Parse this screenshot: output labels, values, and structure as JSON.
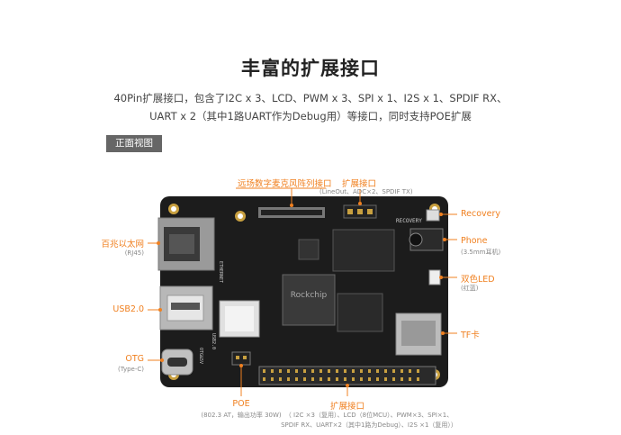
{
  "title": "丰富的扩展接口",
  "description_line1": "40Pin扩展接口，包含了I2C x 3、LCD、PWM x 3、SPI x 1、I2S x 1、SPDIF RX、",
  "description_line2": "UART x 2（其中1路UART作为Debug用）等接口，同时支持POE扩展",
  "view_tag": "正面视图",
  "callouts": {
    "mic_array": "远场数字麦克风阵列接口",
    "expansion_top": "扩展接口",
    "expansion_top_sub": "(LineOut、ADC×2、SPDIF TX)",
    "recovery": "Recovery",
    "phone": "Phone",
    "phone_sub": "(3.5mm耳机)",
    "led": "双色LED",
    "led_sub": "(红蓝)",
    "tf": "TF卡",
    "ethernet": "百兆以太网",
    "ethernet_sub": "(RJ45)",
    "usb": "USB2.0",
    "otg": "OTG",
    "otg_sub": "(Type-C)",
    "poe": "POE",
    "poe_sub": "(802.3 AT，输出功率 30W)",
    "expansion_bottom": "扩展接口",
    "expansion_bottom_sub1": "（ I2C ×3（复用）、LCD（8位MCU）、PWM×3、SPI×1、",
    "expansion_bottom_sub2": "SPDIF RX、UART×2（其中1路为Debug）、I2S ×1（复用））"
  },
  "board_silkscreen": {
    "chip_brand": "Rockchip",
    "recovery_text": "RECOVERY",
    "ethernet_text": "ETHERNET",
    "usb_text": "USB2.0",
    "otg_text": "OTG&5V"
  },
  "colors": {
    "accent": "#f08020",
    "board": "#1c1c1c",
    "tag_bg": "#666666"
  }
}
